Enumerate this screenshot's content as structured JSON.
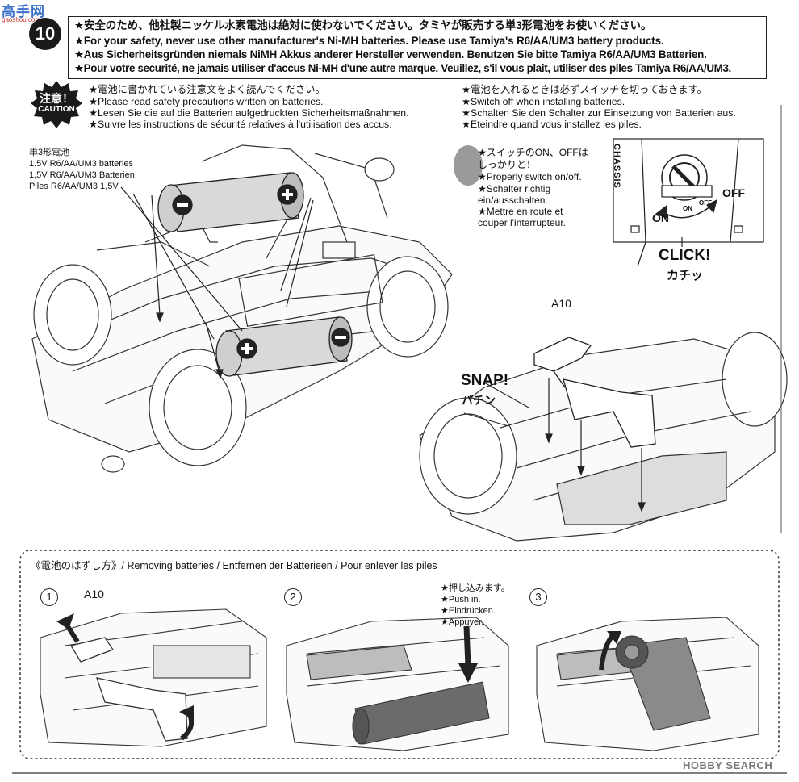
{
  "header": {
    "watermark": "高手网",
    "watermark_url": "gaoshou.com",
    "step_number": "10",
    "lines": [
      "★安全のため、他社製ニッケル水素電池は絶対に使わないでください。タミヤが販売する単3形電池をお使いください。",
      "★For your safety, never use other manufacturer's Ni-MH batteries. Please use Tamiya's R6/AA/UM3 battery products.",
      "★Aus Sicherheitsgründen niemals NiMH Akkus anderer Hersteller verwenden. Benutzen Sie bitte Tamiya R6/AA/UM3 Batterien.",
      "★Pour votre securité, ne jamais utiliser d'accus Ni-MH d'une autre marque. Veuillez, s'il vous plait, utiliser des piles Tamiya R6/AA/UM3."
    ]
  },
  "caution": {
    "badge_jp": "注意！",
    "badge_en": "CAUTION",
    "left": [
      "★電池に書かれている注意文をよく読んでください。",
      "★Please read safety precautions written on batteries.",
      "★Lesen Sie die auf die Batterien aufgedruckten Sicherheitsmaßnahmen.",
      "★Suivre les instructions de sécurité relatives à l'utilisation des accus."
    ],
    "right": [
      "★電池を入れるときは必ずスイッチを切っておきます。",
      "★Switch off when installing batteries.",
      "★Schalten Sie den Schalter zur Einsetzung von Batterien aus.",
      "★Eteindre quand vous installez les piles."
    ]
  },
  "battery_label": [
    "単3形電池",
    "1.5V R6/AA/UM3 batteries",
    "1,5V R6/AA/UM3 Batterien",
    "Piles R6/AA/UM3 1,5V"
  ],
  "switch_note": [
    "★スイッチのON、OFFは",
    "しっかりと！",
    "★Properly switch on/off.",
    "★Schalter richtig",
    "ein/ausschalten.",
    "★Mettre en route et",
    "couper l'interrupteur."
  ],
  "switch_labels": {
    "on": "ON",
    "off": "OFF",
    "chassis": "CHASSIS",
    "on_small": "ON",
    "off_small": "OFF"
  },
  "click": {
    "en": "CLICK!",
    "jp": "カチッ"
  },
  "snap": {
    "en": "SNAP!",
    "jp": "パチン"
  },
  "part_a10": "A10",
  "removing": {
    "title": "《電池のはずし方》/ Removing batteries / Entfernen der Batterieen / Pour enlever les piles",
    "steps": [
      "1",
      "2",
      "3"
    ],
    "step1_part": "A10",
    "push_in": [
      "★押し込みます。",
      "★Push in.",
      "★Eindrücken.",
      "★Appuyer."
    ]
  },
  "footer": {
    "logo": "HOBBY SEARCH"
  }
}
